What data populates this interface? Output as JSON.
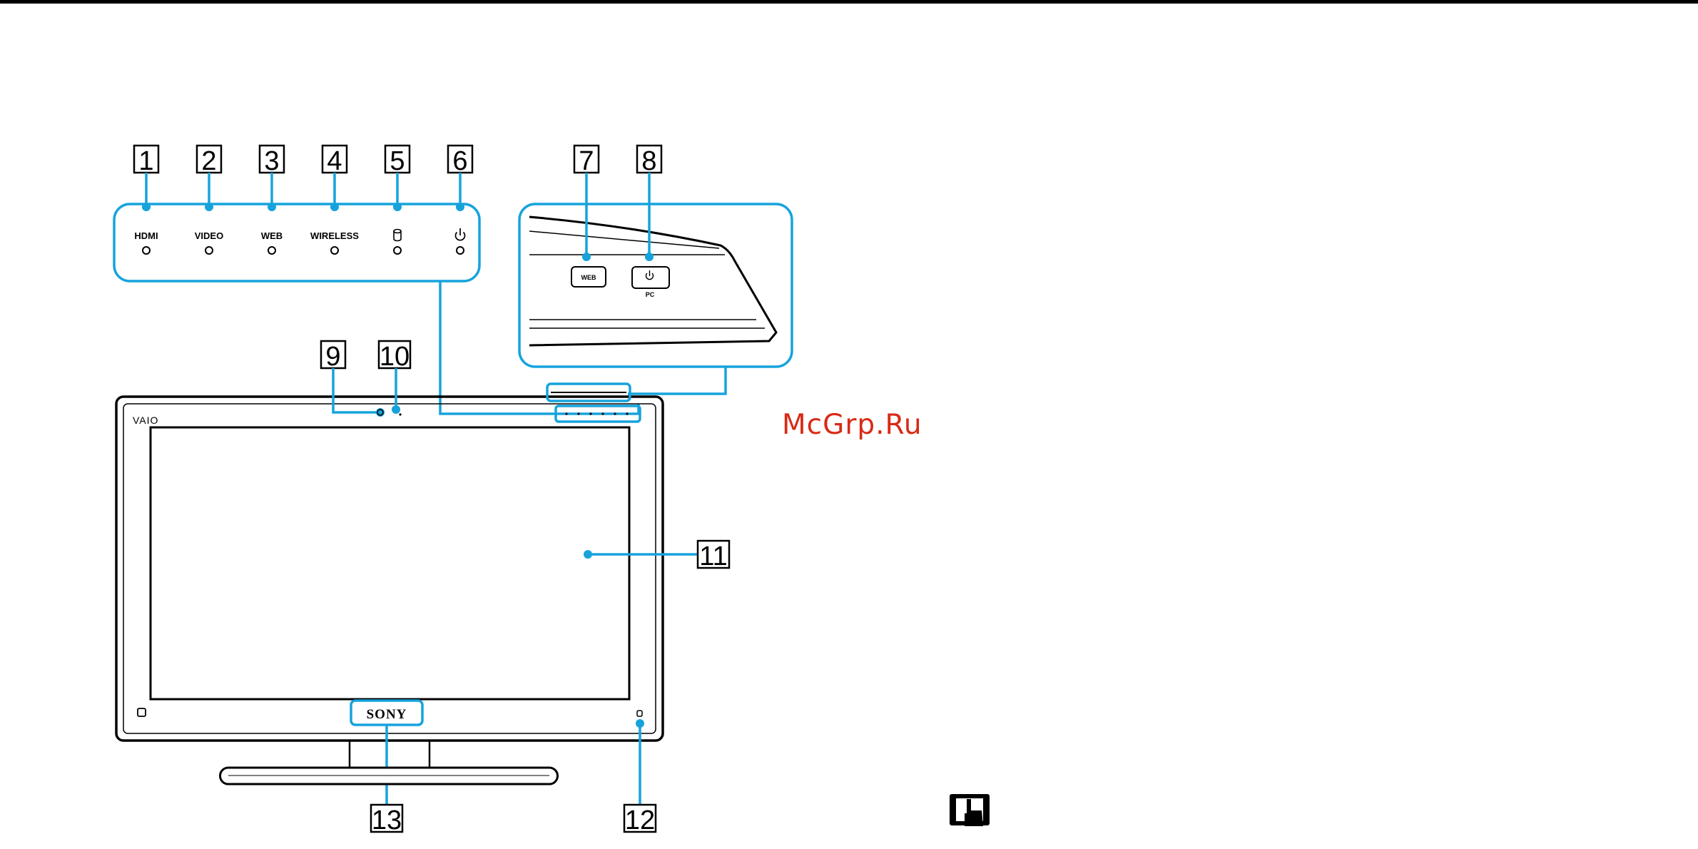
{
  "callouts": [
    {
      "num": "1",
      "label": "HDMI"
    },
    {
      "num": "2",
      "label": "VIDEO"
    },
    {
      "num": "3",
      "label": "WEB"
    },
    {
      "num": "4",
      "label": "WIRELESS"
    },
    {
      "num": "5",
      "icon": "hard-drive-icon"
    },
    {
      "num": "6",
      "icon": "power-icon"
    },
    {
      "num": "7",
      "label": "WEB"
    },
    {
      "num": "8",
      "label": "PC",
      "icon": "power-icon"
    },
    {
      "num": "9"
    },
    {
      "num": "10"
    },
    {
      "num": "11"
    },
    {
      "num": "12"
    },
    {
      "num": "13"
    }
  ],
  "monitor": {
    "logo_vaio": "VAIO",
    "logo_sony": "SONY"
  },
  "watermark": "McGrp.Ru",
  "colors": {
    "leader": "#16a3dc",
    "watermark": "#d82a16",
    "outline": "#000000"
  },
  "icons": [
    "hard-drive-icon",
    "power-icon",
    "hand-pointer-icon"
  ]
}
